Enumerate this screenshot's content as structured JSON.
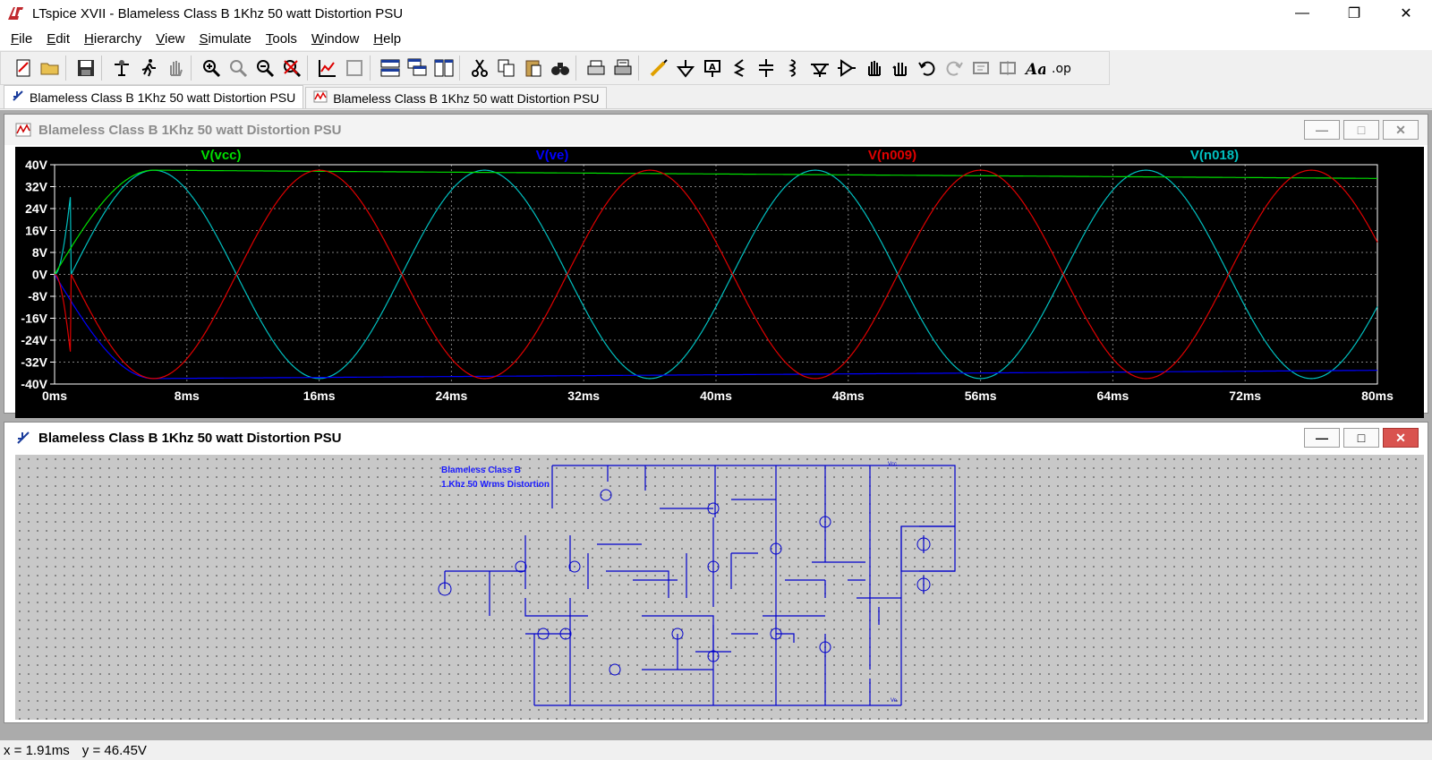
{
  "window": {
    "title": "LTspice XVII - Blameless Class B 1Khz 50 watt Distortion PSU",
    "controls": {
      "minimize": "—",
      "maximize": "❐",
      "close": "✕"
    }
  },
  "menu": [
    "File",
    "Edit",
    "Hierarchy",
    "View",
    "Simulate",
    "Tools",
    "Window",
    "Help"
  ],
  "toolbar": [
    "new-schematic-icon",
    "open-icon",
    "save-icon",
    "control-panel-icon",
    "run-icon",
    "halt-icon",
    "zoom-in-icon",
    "zoom-pan-icon",
    "zoom-out-icon",
    "zoom-cancel-icon",
    "autorange-icon",
    "zoom-back-icon",
    "tile-horizontal-icon",
    "cascade-icon",
    "tile-vertical-icon",
    "cut-icon",
    "copy-icon",
    "paste-icon",
    "find-icon",
    "print-icon",
    "print-setup-icon",
    "draw-wire-icon",
    "ground-icon",
    "label-net-icon",
    "resistor-icon",
    "capacitor-icon",
    "inductor-icon",
    "diode-icon",
    "component-icon",
    "move-icon",
    "drag-icon",
    "undo-icon",
    "redo-icon",
    "rotate-icon",
    "mirror-icon",
    "text-icon",
    "spice-directive-icon"
  ],
  "tabs": [
    {
      "label": "Blameless Class B 1Khz 50 watt Distortion PSU",
      "active": true
    },
    {
      "label": "Blameless Class B 1Khz 50 watt Distortion PSU",
      "active": false
    }
  ],
  "plot_window": {
    "title": "Blameless Class B 1Khz 50 watt Distortion PSU",
    "btn_min": "—",
    "btn_max": "□",
    "btn_close": "✕"
  },
  "schematic_window": {
    "title": "Blameless Class B 1Khz 50 watt Distortion PSU",
    "btn_min": "—",
    "btn_max": "□",
    "btn_close": "✕",
    "heading1": "Blameless Class B",
    "heading2": "1.Khz 50 Wrms Distortion",
    "node_vcc": "Vcc",
    "node_ve": "Ve"
  },
  "chart_data": {
    "type": "line",
    "xlim": [
      0,
      80
    ],
    "ylim": [
      -40,
      40
    ],
    "x_ticks": [
      "0ms",
      "8ms",
      "16ms",
      "24ms",
      "32ms",
      "40ms",
      "48ms",
      "56ms",
      "64ms",
      "72ms",
      "80ms"
    ],
    "y_ticks": [
      "40V",
      "32V",
      "24V",
      "16V",
      "8V",
      "0V",
      "-8V",
      "-16V",
      "-24V",
      "-32V",
      "-40V"
    ],
    "grid": true,
    "series": [
      {
        "name": "V(vcc)",
        "color": "#00e000",
        "description": "rises from 0 to ~38V in 6ms then sags slowly to ~35V"
      },
      {
        "name": "V(ve)",
        "color": "#0000ff",
        "description": "falls from 0 to ~-38V in 6ms then rises slowly to ~-35V"
      },
      {
        "name": "V(n009)",
        "color": "#e00000",
        "amplitude": 38,
        "period_ms": 20,
        "phase_ms": 5,
        "description": "negative sine starting at 0"
      },
      {
        "name": "V(n018)",
        "color": "#00c0c0",
        "amplitude": 38,
        "period_ms": 20,
        "phase_ms": 0,
        "description": "positive sine starting at 0"
      }
    ]
  },
  "status": {
    "x": "x = 1.91ms",
    "y": "y = 46.45V"
  }
}
